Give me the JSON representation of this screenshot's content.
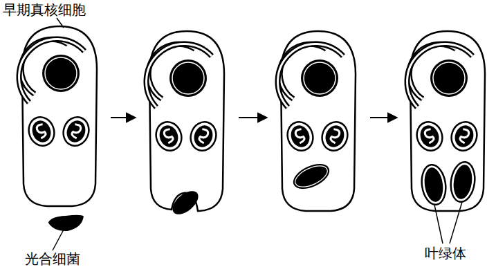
{
  "diagram": {
    "labels": [
      "早期真核细胞",
      "光合细菌",
      "叶绿体"
    ]
  }
}
